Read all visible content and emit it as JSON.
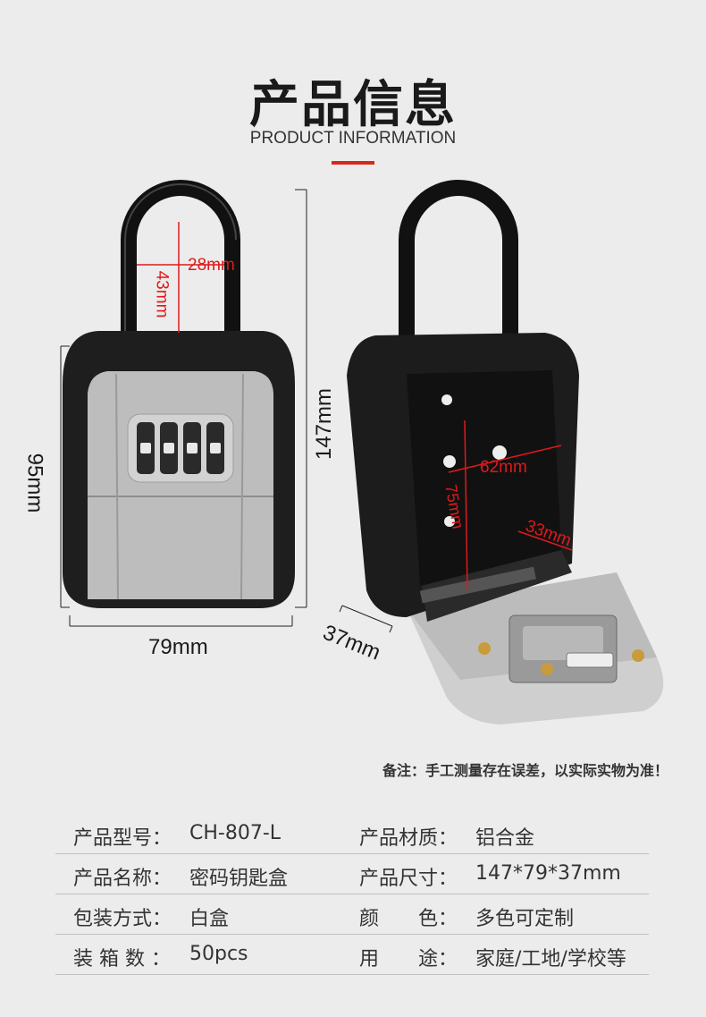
{
  "header": {
    "title": "产品信息",
    "subtitle": "PRODUCT INFORMATION"
  },
  "dimensions": {
    "shackle_width": "28mm",
    "shackle_height": "43mm",
    "body_height": "95mm",
    "body_width": "79mm",
    "total_height": "147mm",
    "inner_width": "62mm",
    "inner_height": "75mm",
    "inner_depth": "33mm",
    "depth": "37mm"
  },
  "note": "备注：手工测量存在误差，以实际实物为准！",
  "specs": [
    {
      "k1": "产品型号：",
      "v1": "CH-807-L",
      "k2": "产品材质：",
      "v2": "铝合金"
    },
    {
      "k1": "产品名称：",
      "v1": "密码钥匙盒",
      "k2": "产品尺寸：",
      "v2": "147*79*37mm"
    },
    {
      "k1": "包装方式：",
      "v1": "白盒",
      "k2": "颜　　色：",
      "v2": "多色可定制"
    },
    {
      "k1": "装 箱 数 ：",
      "v1": "50pcs",
      "k2": "用　　途：",
      "v2": "家庭/工地/学校等"
    }
  ],
  "colors": {
    "accent": "#d9281b",
    "dimension_red": "#e0191b",
    "lock_body": "#1e1e1e",
    "panel_gray": "#bdbdbd"
  }
}
